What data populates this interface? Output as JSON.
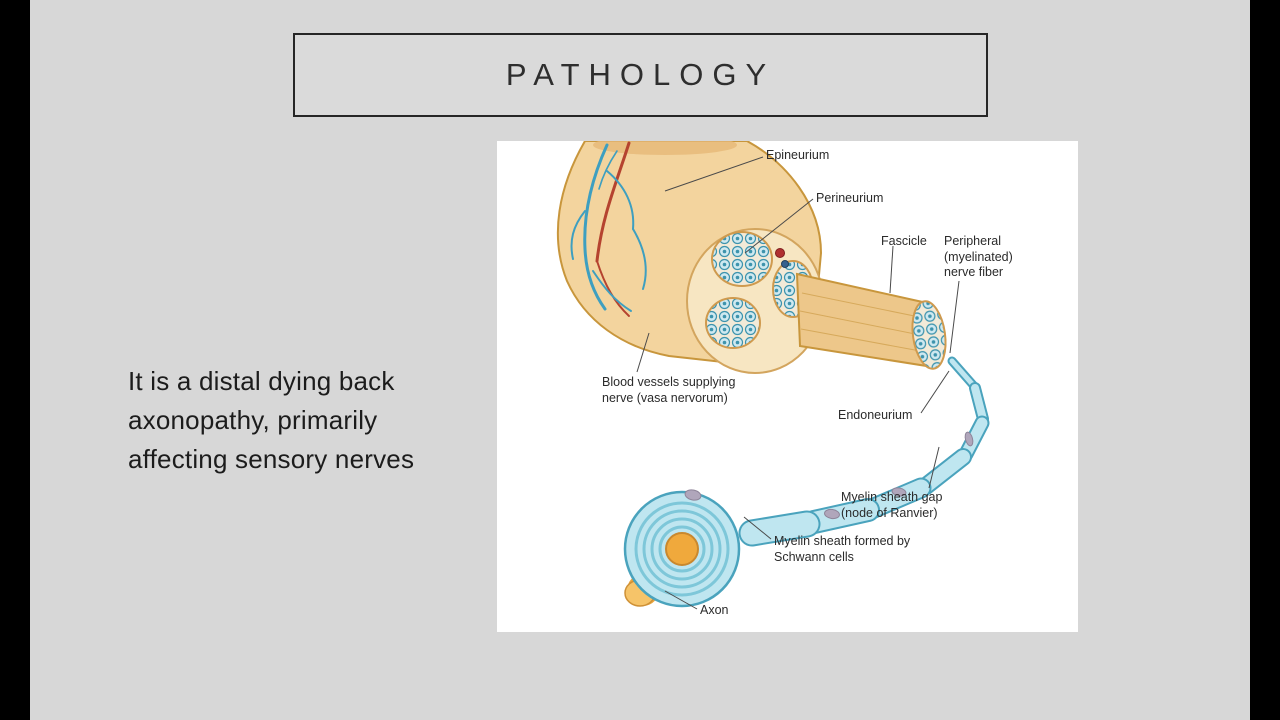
{
  "slide": {
    "title": "PATHOLOGY",
    "body_text": "It is a distal dying back\naxonopathy, primarily\naffecting sensory nerves"
  },
  "diagram": {
    "labels": {
      "epineurium": "Epineurium",
      "perineurium": "Perineurium",
      "fascicle": "Fascicle",
      "peripheral_nerve_fiber": "Peripheral\n(myelinated)\nnerve fiber",
      "blood_vessels": "Blood vessels supplying\nnerve (vasa nervorum)",
      "endoneurium": "Endoneurium",
      "myelin_sheath_gap": "Myelin sheath gap\n(node of Ranvier)",
      "myelin_sheath_schwann": "Myelin sheath formed by\nSchwann cells",
      "axon": "Axon"
    },
    "colors": {
      "nerve_tan": "#f3d49e",
      "fascicle_tan": "#f7e6c2",
      "fiber_blue": "#bfe6f0",
      "fiber_outline": "#4aa3bd",
      "axon_orange": "#f0a93c",
      "vessel_blue": "#3e9fc0",
      "vessel_red": "#b5432f"
    }
  }
}
